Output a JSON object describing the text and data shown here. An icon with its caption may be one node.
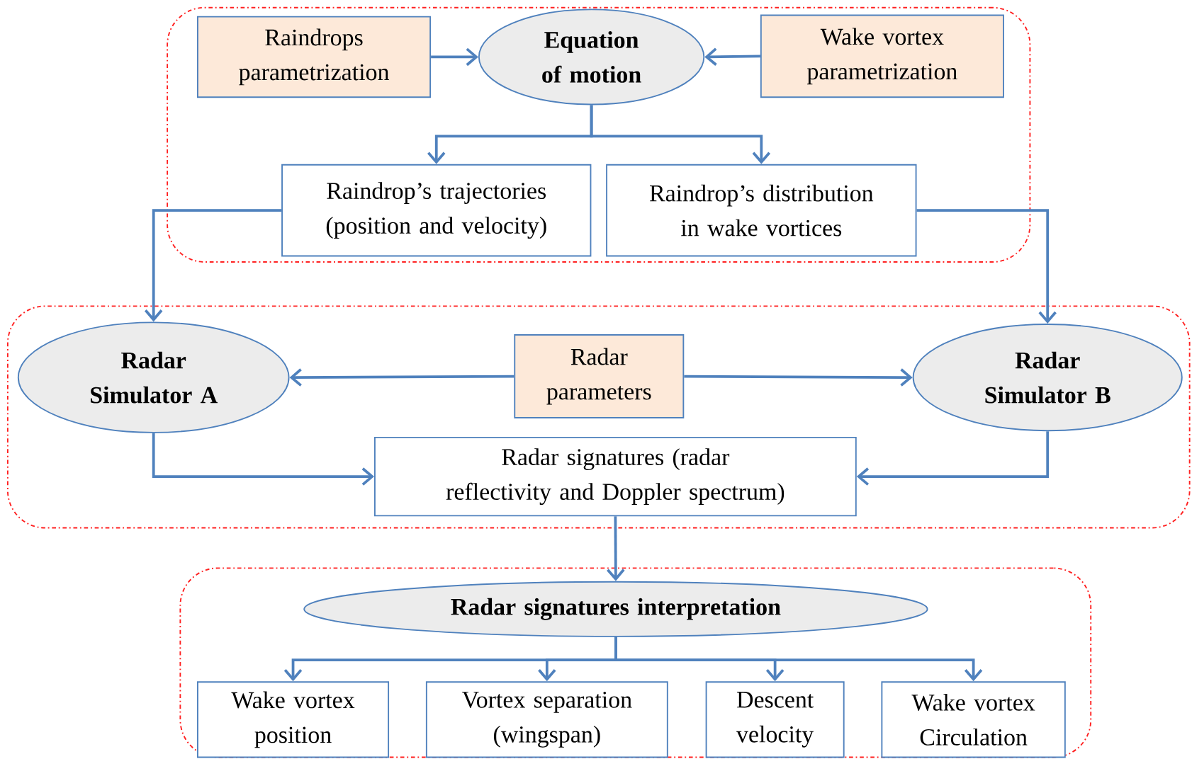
{
  "diagram": {
    "nodes": [
      {
        "text": [],
        "shape": "box"
      },
      {
        "text": [
          "Raindrops parametrization"
        ],
        "in": 0
      },
      {
        "text": [
          "Equation of motion"
        ],
        "in": 0
      },
      {
        "text": [
          "Wake vortex parametrization"
        ],
        "in": 0
      },
      {
        "text": [
          "Raindrop’s trajectories (position and velocity)"
        ],
        "in": 0
      },
      {
        "text": [
          "Raindrop’s distribution in wake vortices"
        ],
        "in": 0
      },
      {
        "text": [],
        "shape": "box"
      },
      {
        "text": [
          "Radar Simulator A"
        ],
        "in": 6
      },
      {
        "text": [
          "Radar parameters"
        ],
        "in": 6
      },
      {
        "text": [
          "Radar Simulator B"
        ],
        "in": 6
      },
      {
        "text": [
          "Radar signatures (radar reflectivity and Doppler spectrum)"
        ],
        "in": 6
      },
      {
        "text": [],
        "shape": "box"
      },
      {
        "text": [
          "Radar signatures interpretation"
        ],
        "in": 11
      },
      {
        "text": [
          "Wake vortex position"
        ],
        "in": 11
      },
      {
        "text": [
          "Vortex separation (wingspan)"
        ],
        "in": 11
      },
      {
        "text": [
          "Descent velocity"
        ],
        "in": 11
      },
      {
        "text": [
          "Wake vortex Circulation"
        ],
        "in": 11
      }
    ],
    "edges": [
      {
        "from": 1,
        "to": 2,
        "arrow": "to"
      },
      {
        "from": 3,
        "to": 2,
        "arrow": "to"
      },
      {
        "from": 2,
        "to": 4,
        "arrow": "to"
      },
      {
        "from": 2,
        "to": 5,
        "arrow": "to"
      },
      {
        "from": 4,
        "to": 7,
        "arrow": "to"
      },
      {
        "from": 5,
        "to": 9,
        "arrow": "to"
      },
      {
        "from": 8,
        "to": 7,
        "arrow": "to"
      },
      {
        "from": 8,
        "to": 9,
        "arrow": "to"
      },
      {
        "from": 7,
        "to": 10,
        "arrow": "to"
      },
      {
        "from": 9,
        "to": 10,
        "arrow": "to"
      },
      {
        "from": 10,
        "to": 12,
        "arrow": "to"
      },
      {
        "from": 12,
        "to": 13,
        "arrow": "to"
      },
      {
        "from": 12,
        "to": 14,
        "arrow": "to"
      },
      {
        "from": 12,
        "to": 15,
        "arrow": "to"
      },
      {
        "from": 12,
        "to": 16,
        "arrow": "to"
      }
    ]
  }
}
